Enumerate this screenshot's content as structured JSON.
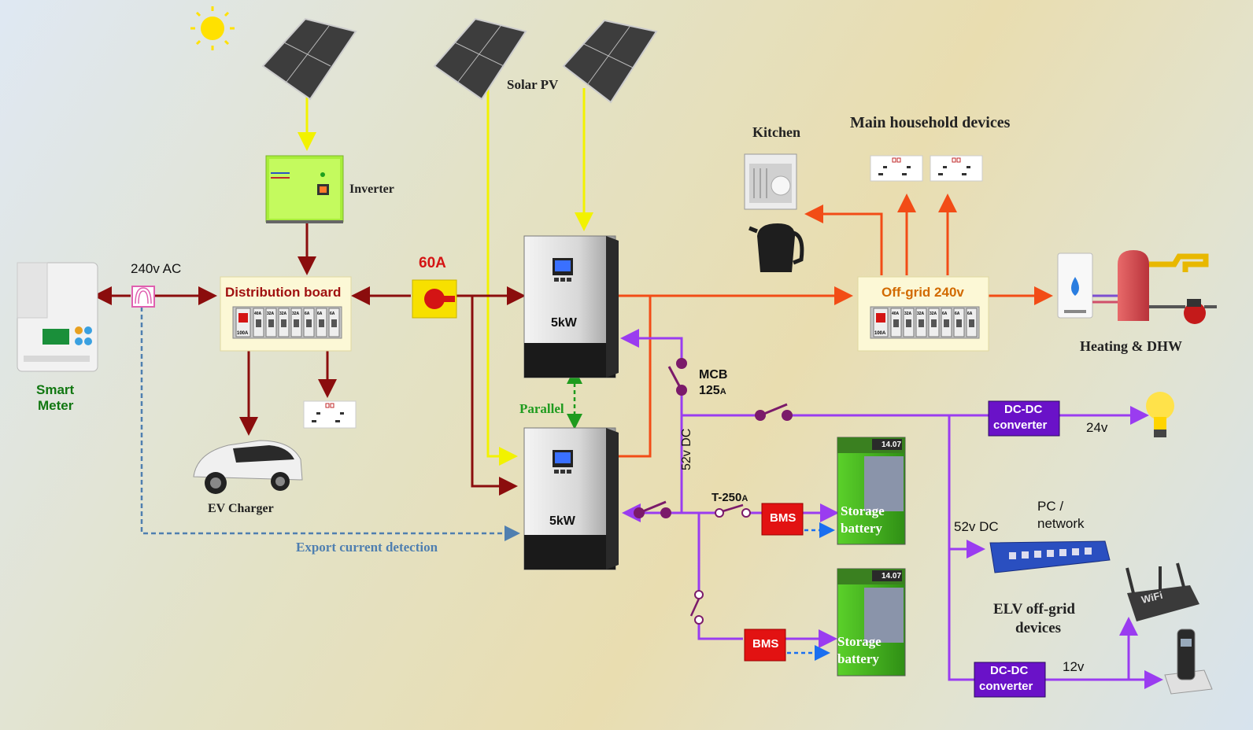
{
  "labels": {
    "solar_pv": "Solar PV",
    "inverter": "Inverter",
    "kitchen": "Kitchen",
    "main_household": "Main household devices",
    "ac_240": "240v AC",
    "distribution_board": "Distribution board",
    "isolator_60a": "60A",
    "smart_meter_line1": "Smart",
    "smart_meter_line2": "Meter",
    "ev_charger": "EV Charger",
    "inverter1_rating": "5kW",
    "inverter2_rating": "5kW",
    "parallel": "Parallel",
    "off_grid": "Off-grid 240v",
    "heating_dhw": "Heating & DHW",
    "mcb_line1": "MCB",
    "mcb_line2": "125",
    "mcb_sub": "A",
    "dc_52_vertical": "52v DC",
    "t250": "T-250",
    "t250_sub": "A",
    "bms1": "BMS",
    "bms2": "BMS",
    "battery1_line1": "Storage",
    "battery1_line2": "battery",
    "battery2_line1": "Storage",
    "battery2_line2": "battery",
    "battery_display": "14.07",
    "dcdc1_line1": "DC-DC",
    "dcdc1_line2": "converter",
    "dcdc2_line1": "DC-DC",
    "dcdc2_line2": "converter",
    "v24": "24v",
    "v12": "12v",
    "dc_52_horizontal": "52v DC",
    "pc_line1": "PC /",
    "pc_line2": "network",
    "elv_line1": "ELV off-grid",
    "elv_line2": "devices",
    "export_detection": "Export current detection",
    "wifi": "WiFi"
  },
  "breaker_ratings": {
    "main": "100A",
    "ways": [
      "40A",
      "32A",
      "32A",
      "32A",
      "6A",
      "6A",
      "6A"
    ]
  },
  "colors": {
    "ac_grid": "#8b0d0d",
    "ac_offgrid": "#f24c16",
    "solar_dc": "#f2f200",
    "battery_dc": "#9a3cf0",
    "signal_dashed": "#4f7fb0",
    "parallel_link": "#1e9b1e",
    "bms_link": "#1a6ff0",
    "label_red": "#a01010",
    "label_green": "#117711",
    "label_orange": "#d26a00"
  },
  "icons": [
    "sun-icon",
    "solar-panel-icon",
    "inverter-icon",
    "smart-meter-icon",
    "ev-car-icon",
    "socket-icon",
    "dishwasher-icon",
    "kettle-icon",
    "boiler-icon",
    "hot-water-cylinder-icon",
    "pump-icon",
    "tap-icon",
    "light-bulb-icon",
    "network-switch-icon",
    "wifi-router-icon",
    "phone-icon",
    "battery-icon",
    "switch-icon",
    "fuse-icon",
    "ct-clamp-icon",
    "isolator-icon"
  ]
}
